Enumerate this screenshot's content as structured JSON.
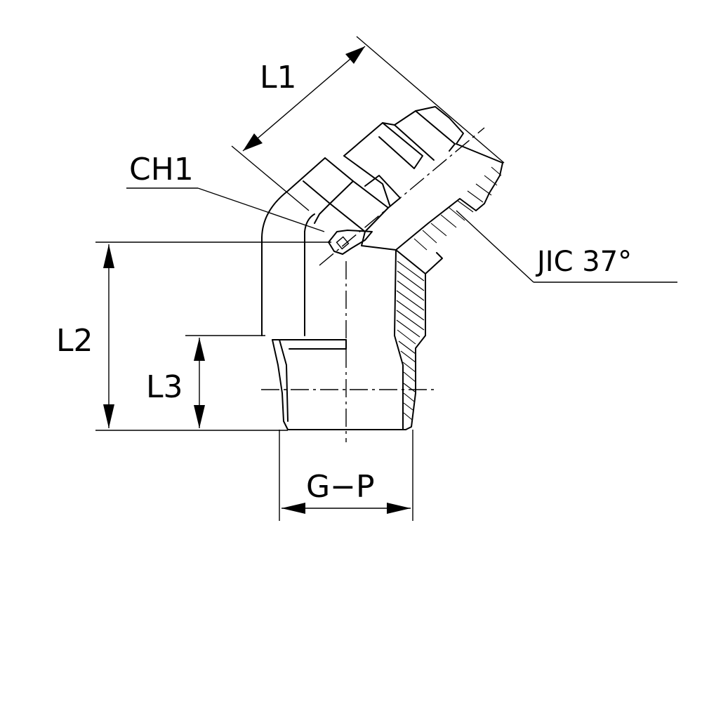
{
  "labels": {
    "l1": "L1",
    "ch1": "CH1",
    "jic": "JIC  37°",
    "l2": "L2",
    "l3": "L3",
    "gp": "G−P"
  }
}
